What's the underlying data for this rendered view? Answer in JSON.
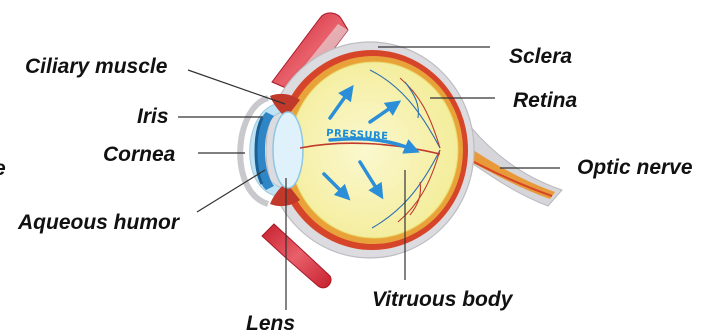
{
  "labels": {
    "sclera": "Sclera",
    "retina": "Retina",
    "ciliary_muscle": "Ciliary muscle",
    "iris": "Iris",
    "cornea": "Cornea",
    "aqueous_humor": "Aqueous humor",
    "lens": "Lens",
    "vitreous_body": "Vitruous body",
    "optic_nerve": "Optic nerve",
    "cut_off_left": "e",
    "pressure": "PRESSURE"
  },
  "colors": {
    "vitreous_fill": "#f7f2a8",
    "retina": "#e9a23a",
    "choroid": "#d6452a",
    "sclera": "#d9d9dc",
    "cornea": "#bfe3f5",
    "iris": "#2f86c6",
    "muscle": "#d9343c",
    "arrows": "#2a8fd8",
    "vessels": "#2d6fb0"
  }
}
